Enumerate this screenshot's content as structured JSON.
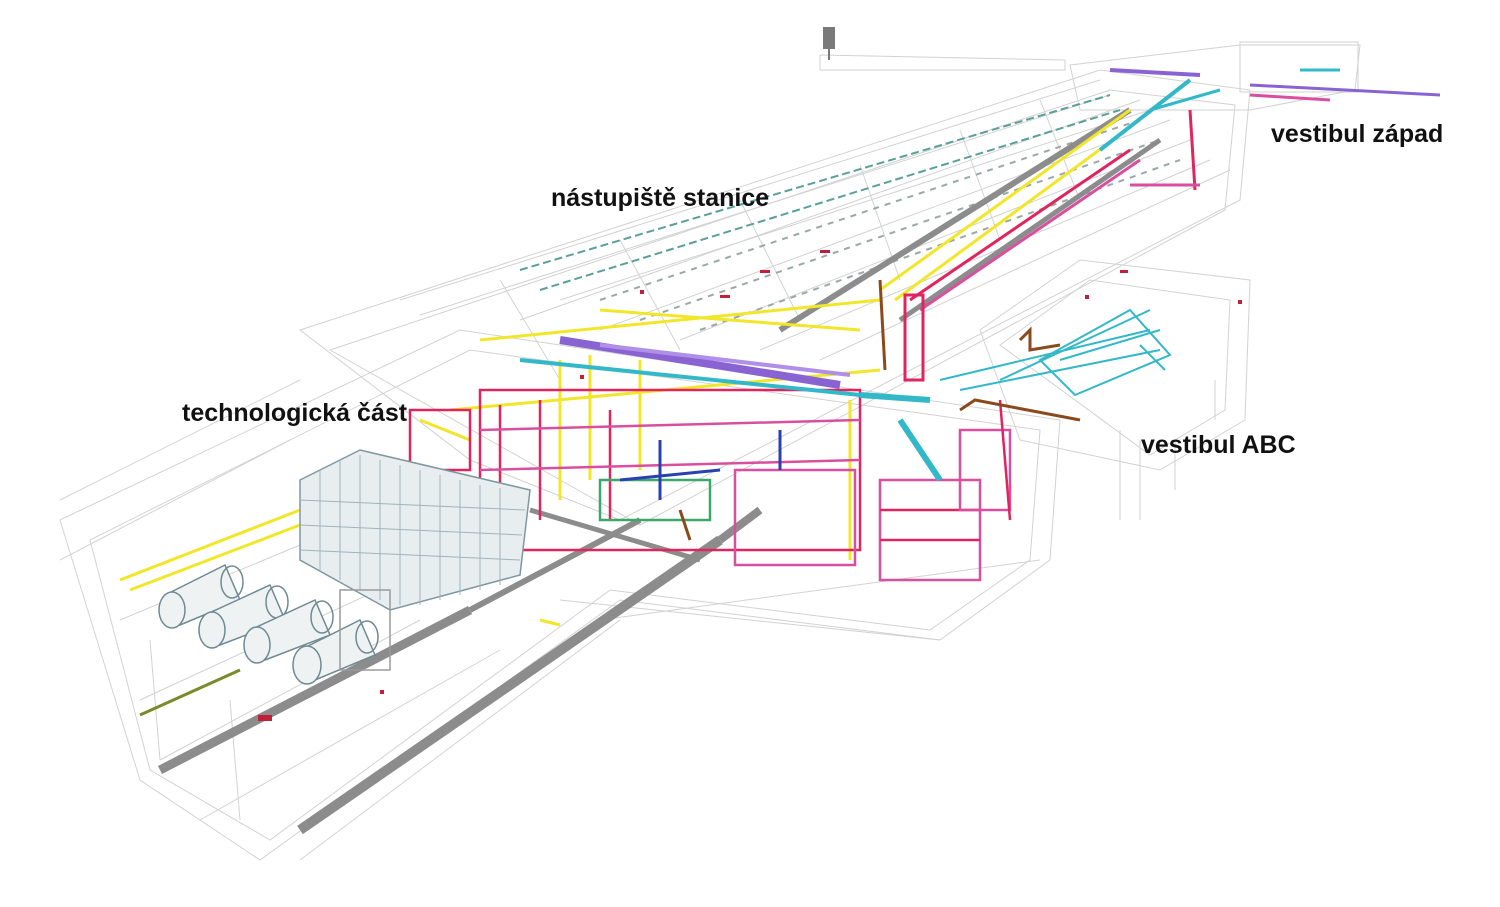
{
  "labels": {
    "vestibule_west": "vestibul západ",
    "platform": "nástupiště stanice",
    "technical_part": "technologická část",
    "vestibule_abc": "vestibul ABC"
  },
  "colors": {
    "structure": "#cfcfcf",
    "structure_dark": "#9a9a9a",
    "rails": "#8c8c8c",
    "pipe_yellow": "#f2e629",
    "pipe_red": "#e0245e",
    "pipe_pink": "#d94fa0",
    "pipe_cyan": "#33b8c9",
    "pipe_purple": "#8a63d2",
    "pipe_green": "#3aa86b",
    "pipe_blue": "#2a3fb0",
    "pipe_brown": "#8a4a1c",
    "label_text": "#111111"
  }
}
